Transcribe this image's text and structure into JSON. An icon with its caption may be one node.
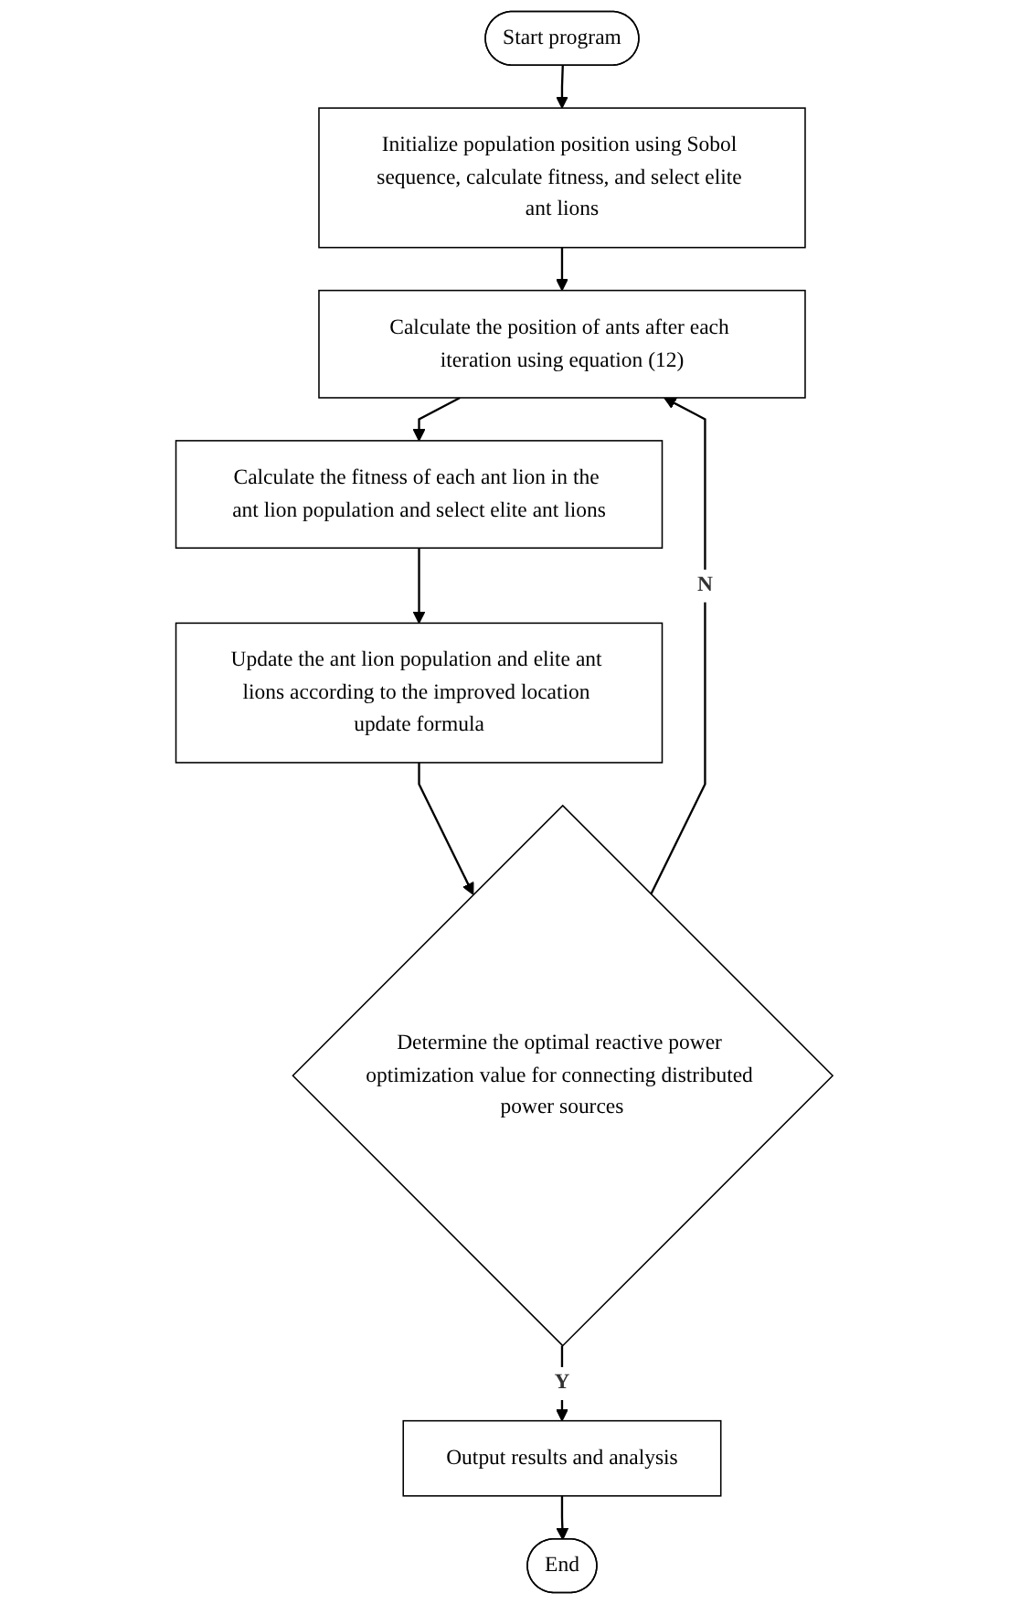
{
  "diagram": {
    "nodes": [
      {
        "text": [
          "Start program"
        ]
      },
      {
        "text": [
          "Initialize population position using Sobol sequence, calculate fitness, and select elite ant lions"
        ]
      },
      {
        "text": [
          "Calculate the position of ants after each iteration using equation (12)"
        ]
      },
      {
        "text": [
          "Calculate the fitness of each ant lion in the ant lion population and select elite ant lions"
        ]
      },
      {
        "text": [
          "Update the ant lion population and elite ant lions according to the improved location update formula"
        ]
      },
      {
        "text": [
          "Determine the optimal reactive power optimization value for connecting distributed power sources"
        ]
      },
      {
        "text": [
          "Output results and analysis"
        ]
      },
      {
        "text": [
          "End"
        ]
      }
    ],
    "edges": [
      {
        "from": 0,
        "to": 1,
        "arrow": "to"
      },
      {
        "from": 1,
        "to": 2,
        "arrow": "to"
      },
      {
        "from": 2,
        "to": 3,
        "arrow": "to"
      },
      {
        "from": 3,
        "to": 4,
        "arrow": "to"
      },
      {
        "from": 4,
        "to": 5,
        "arrow": "to"
      },
      {
        "from": 5,
        "to": 6,
        "arrow": "to",
        "label": "Y"
      },
      {
        "from": 6,
        "to": 7,
        "arrow": "to"
      },
      {
        "from": 5,
        "to": 2,
        "arrow": "to",
        "label": "N"
      }
    ]
  }
}
